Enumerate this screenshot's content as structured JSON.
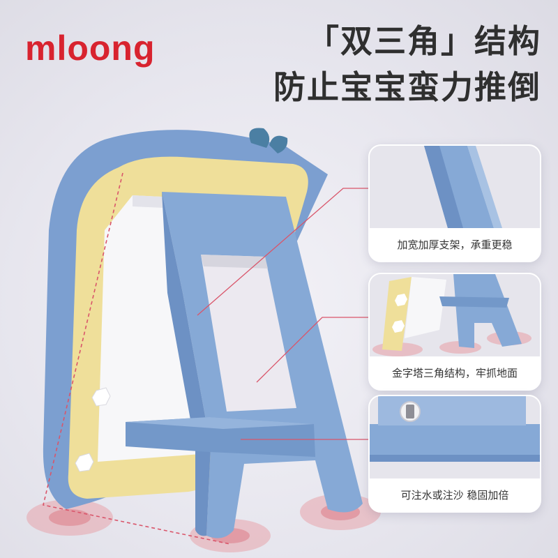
{
  "brand": {
    "logo_text": "mloong"
  },
  "headline": {
    "line1": "「双三角」结构",
    "line2": "防止宝宝蛮力推倒"
  },
  "features": [
    {
      "caption": "加宽加厚支架，承重更稳"
    },
    {
      "caption": "金字塔三角结构，牢抓地面"
    },
    {
      "caption": "可注水或注沙 稳固加倍"
    }
  ],
  "colors": {
    "brand_red": "#d8232f",
    "frame_blue": "#86a9d6",
    "frame_blue_dark": "#6d91c4",
    "frame_yellow": "#efdf9a",
    "callout_line": "#d9556a"
  }
}
